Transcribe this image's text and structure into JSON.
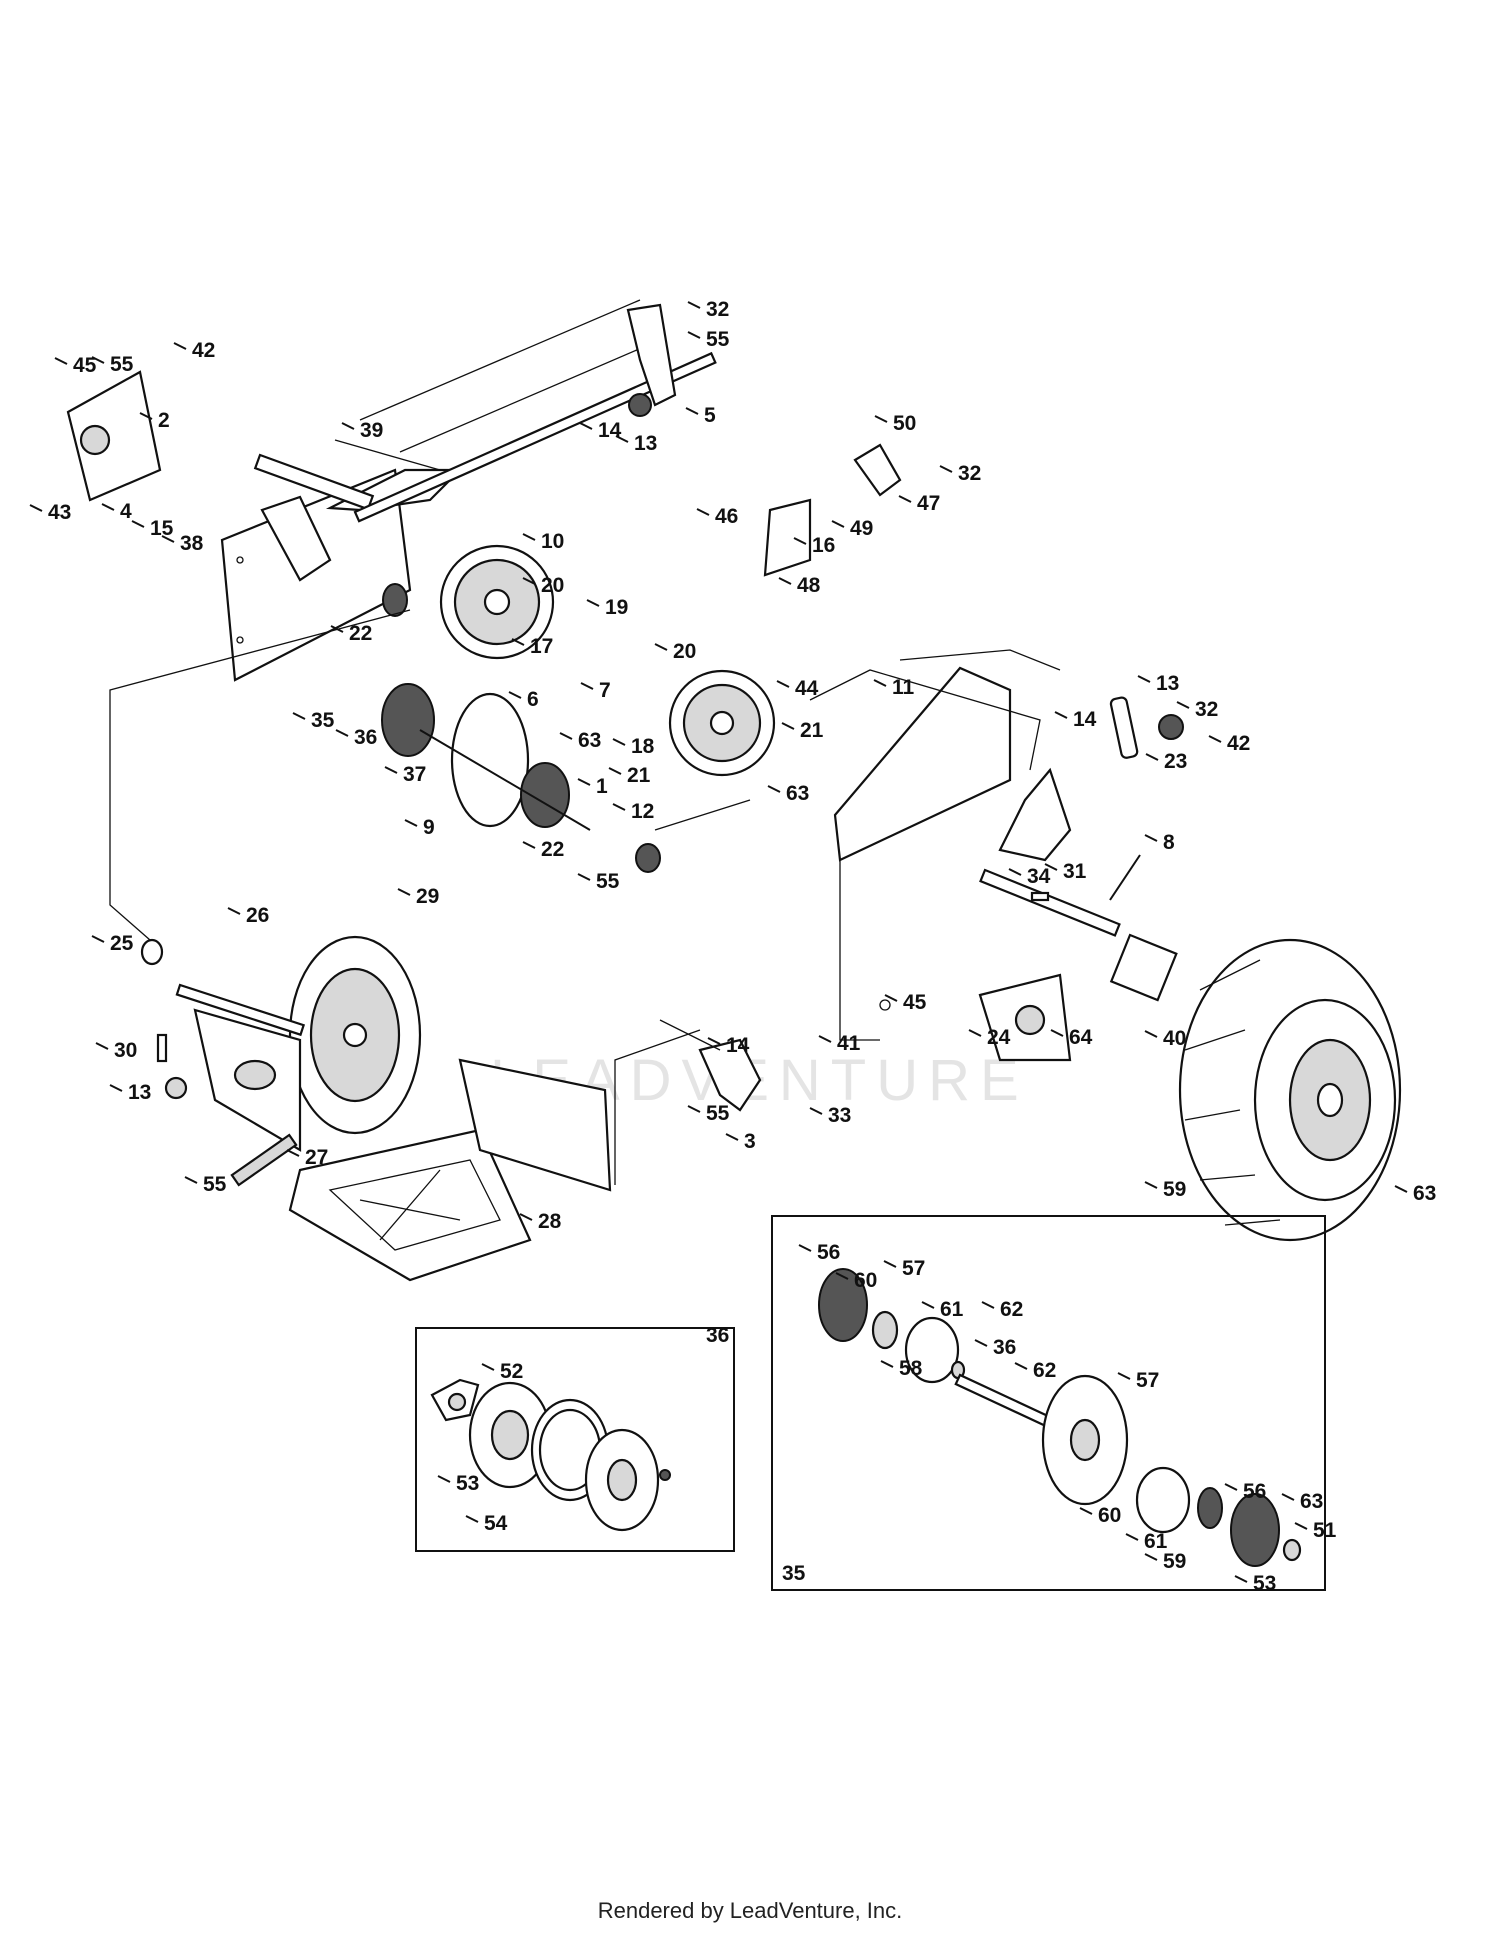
{
  "footer_text": "Rendered by LeadVenture, Inc.",
  "watermark_text": "LEADVENTURE",
  "inset_labels": {
    "wheel_hub": "36",
    "axle_assembly": "35"
  },
  "callouts": [
    "32",
    "55",
    "5",
    "14",
    "13",
    "39",
    "45",
    "55",
    "42",
    "2",
    "43",
    "4",
    "15",
    "38",
    "50",
    "32",
    "47",
    "46",
    "16",
    "49",
    "48",
    "10",
    "20",
    "22",
    "19",
    "17",
    "20",
    "6",
    "7",
    "18",
    "63",
    "21",
    "35",
    "36",
    "37",
    "9",
    "1",
    "44",
    "11",
    "21",
    "63",
    "22",
    "12",
    "55",
    "13",
    "14",
    "32",
    "42",
    "23",
    "8",
    "34",
    "31",
    "29",
    "25",
    "26",
    "45",
    "24",
    "64",
    "40",
    "41",
    "30",
    "13",
    "14",
    "55",
    "3",
    "33",
    "55",
    "27",
    "28",
    "59",
    "63",
    "56",
    "60",
    "57",
    "61",
    "62",
    "58",
    "36",
    "62",
    "57",
    "60",
    "61",
    "56",
    "59",
    "63",
    "51",
    "53",
    "52",
    "53",
    "54"
  ]
}
